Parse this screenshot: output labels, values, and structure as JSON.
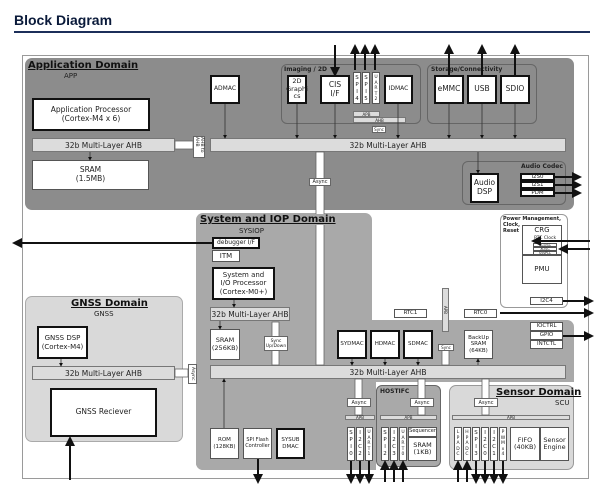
{
  "title": "Block Diagram",
  "app": {
    "title": "Application Domain",
    "sub": "APP",
    "proc": "Application Processor\n(Cortex-M4 x 6)",
    "ahb": "32b Multi-Layer AHB",
    "sram": "SRAM\n(1.5MB)",
    "bridge": "AHB to AHB",
    "admac": "ADMAC",
    "main_ahb": "32b Multi-Layer AHB",
    "imaging": {
      "label": "Imaging / 2D",
      "graphics": "2D\nGraphi\ncs",
      "cis": "CIS\nI/F",
      "spi4": "S\nP\nI\n4",
      "spi5": "S\nP\nI\n5",
      "uart2": "U\nA\nR\nT\n2",
      "idmac": "IDMAC",
      "apb": "APB",
      "ahb": "AHB",
      "sync": "Sync"
    },
    "storage": {
      "label": "Storage/Connectivity",
      "emmc": "eMMC",
      "usb": "USB",
      "sdio": "SDIO"
    },
    "audio": {
      "label": "Audio Codec",
      "dsp": "Audio\nDSP",
      "i2s0": "I2S0",
      "i2s1": "I2S1",
      "pdm": "PDM"
    },
    "async": "Async"
  },
  "sys": {
    "title": "System and IOP Domain",
    "sub": "SYSIOP",
    "debug": "debugger I/F",
    "itm": "ITM",
    "proc": "System and\nI/O Processor\n(Cortex-M0+)",
    "ahb": "32b Multi-Layer AHB",
    "sram": "SRAM\n(256KB)",
    "sync": "Sync\nUp/Down",
    "sydmac": "SYDMAC",
    "hdmac": "HDMAC",
    "sdmac": "SDMAC",
    "apb": "APB",
    "sync2": "Sync",
    "backup": "BackUp\nSRAM\n(64KB)",
    "rtc1": "RTC1",
    "rtc0": "RTC0",
    "ioctrl": "IOCTRL",
    "gpio": "GPIO",
    "intctl": "INTCTL",
    "main_ahb": "32b Multi-Layer AHB",
    "rom": "ROM\n(128KB)",
    "spiflash": "SPI Flash\nController",
    "sysub": "SYSUB\nDMAC",
    "async": "Async",
    "apb2": "APB",
    "spi0": "S\nP\nI\n0",
    "i2c2": "I\n2\nC\n2",
    "uart1": "U\nA\nR\nT\n1"
  },
  "power": {
    "label": "Power Management,\nClock,\nReset",
    "crg": "CRG",
    "rtcclk": "RTC Clock",
    "rcosc": "RCOSC",
    "xosc": "XOSC",
    "syspll": "SysPLL",
    "pmu": "PMU",
    "i2c4": "I2C4"
  },
  "gnss": {
    "title": "GNSS Domain",
    "sub": "GNSS",
    "dsp": "GNSS DSP\n(Cortex-M4)",
    "ahb": "32b Multi-Layer AHB",
    "receiver": "GNSS Reciever",
    "async": "Async"
  },
  "hostifc": {
    "label": "HOSTIFC",
    "async": "Async",
    "apb": "APB",
    "spi2": "S\nP\nI\n2",
    "i2c3": "I\n2\nC\n3",
    "uart0": "U\nA\nR\nT\n0",
    "sequencer": "Sequencer",
    "sram": "SRAM\n(1KB)"
  },
  "sensor": {
    "title": "Sensor Domain",
    "sub": "SCU",
    "async": "Async",
    "apb": "APB",
    "lpadc": "L\nP\nA\nD\nC",
    "hpadc": "H\nP\nA\nD\nC",
    "spi3": "S\nP\nI\n3",
    "i2c0": "I\n2\nC\n0",
    "i2c1": "I\n2\nC\n1",
    "pwm": "P\nW\nM\nx\n4",
    "fifo": "FIFO\n(40KB)",
    "engine": "Sensor\nEngine"
  },
  "colors": {
    "app": "#8c8c8c",
    "sys": "#a9a9a9",
    "light": "#d9d9d9",
    "bus": "#dcdcdc"
  }
}
